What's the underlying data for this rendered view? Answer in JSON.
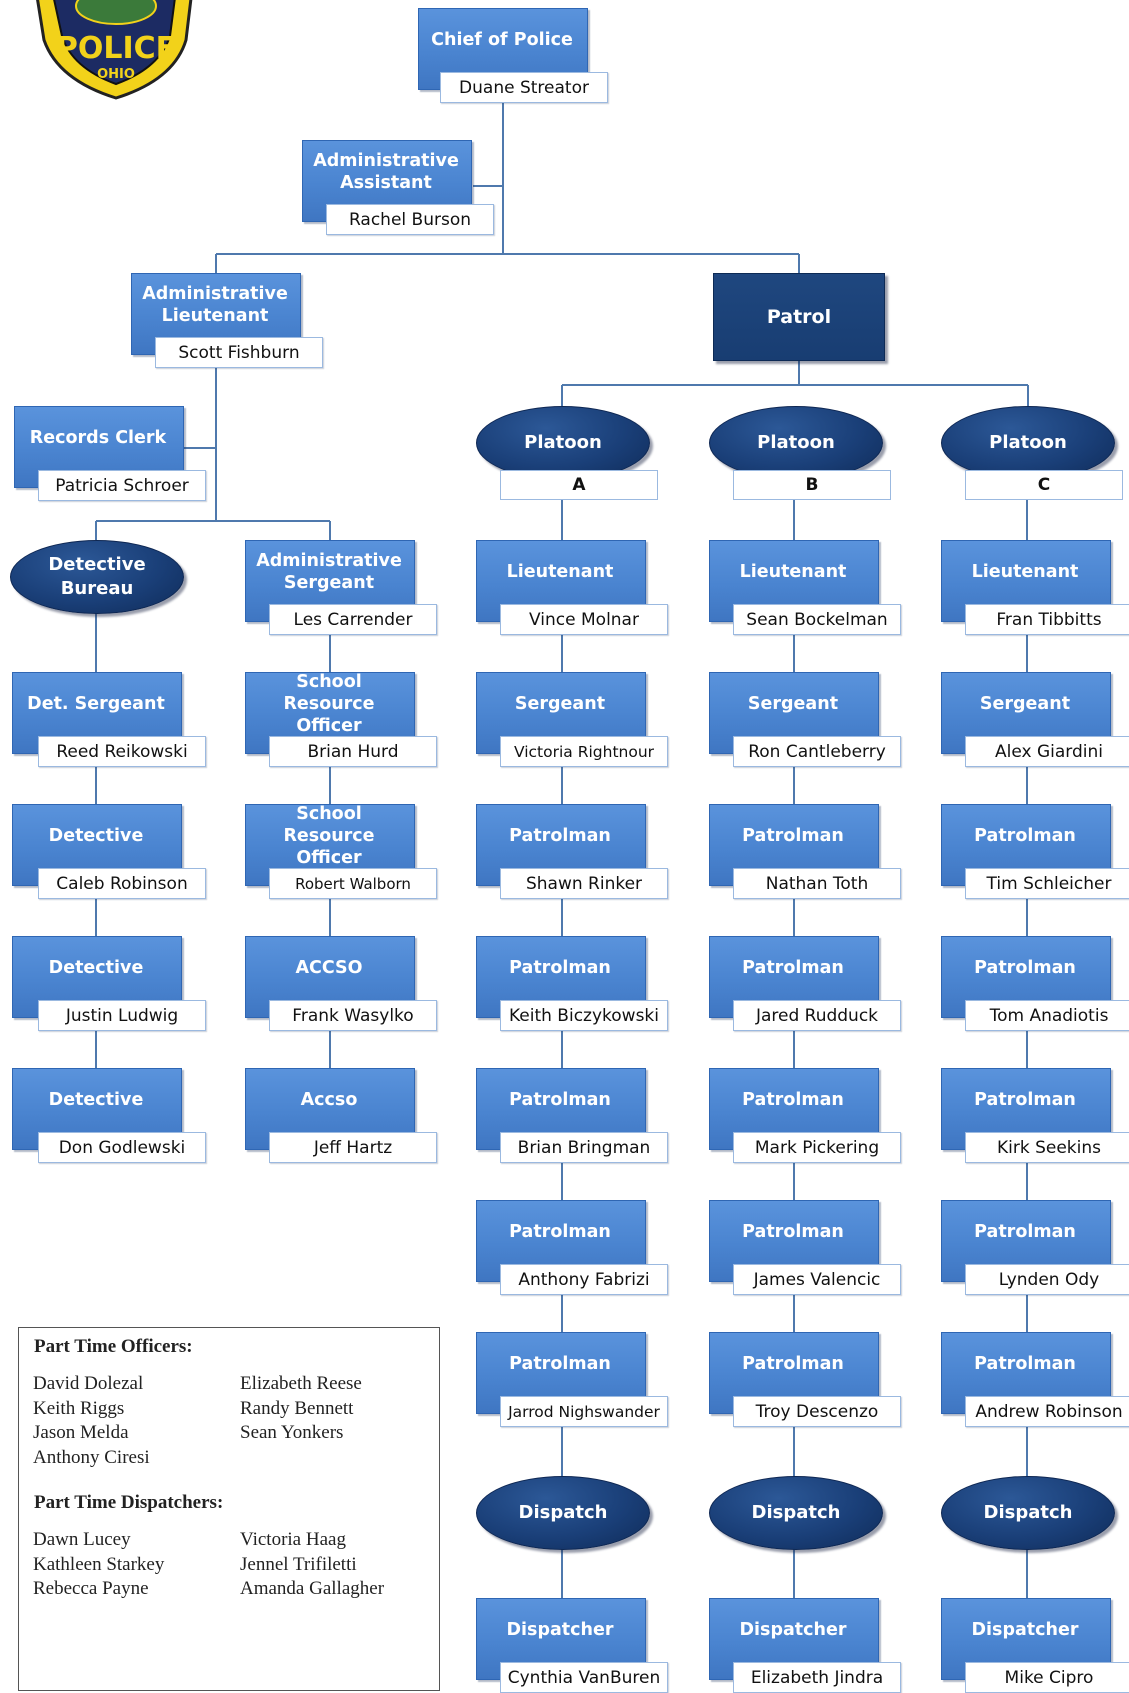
{
  "logo": {
    "text": "POLICE",
    "state": "OHIO"
  },
  "top": [
    {
      "id": "chief",
      "title": "Chief of Police",
      "name": "Duane Streator"
    },
    {
      "id": "admin-assistant",
      "title": "Administrative Assistant",
      "name": "Rachel Burson"
    },
    {
      "id": "admin-lieutenant",
      "title": "Administrative Lieutenant",
      "name": "Scott Fishburn"
    },
    {
      "id": "records-clerk",
      "title": "Records Clerk",
      "name": "Patricia Schroer"
    }
  ],
  "patrol_label": "Patrol",
  "detective_bureau": "Detective Bureau",
  "detective_column": [
    {
      "title": "Det. Sergeant",
      "name": "Reed Reikowski"
    },
    {
      "title": "Detective",
      "name": "Caleb Robinson"
    },
    {
      "title": "Detective",
      "name": "Justin Ludwig"
    },
    {
      "title": "Detective",
      "name": "Don Godlewski"
    }
  ],
  "admin_column": [
    {
      "title": "Administrative Sergeant",
      "name": "Les Carrender"
    },
    {
      "title": "School Resource Officer",
      "name": "Brian Hurd"
    },
    {
      "title": "School Resource Officer",
      "name": "Robert Walborn"
    },
    {
      "title": "ACCSO",
      "name": "Frank Wasylko"
    },
    {
      "title": "Accso",
      "name": "Jeff Hartz"
    }
  ],
  "platoons": [
    {
      "label": "Platoon",
      "letter": "A",
      "staff": [
        {
          "title": "Lieutenant",
          "name": "Vince Molnar"
        },
        {
          "title": "Sergeant",
          "name": "Victoria Rightnour"
        },
        {
          "title": "Patrolman",
          "name": "Shawn Rinker"
        },
        {
          "title": "Patrolman",
          "name": "Keith Biczykowski"
        },
        {
          "title": "Patrolman",
          "name": "Brian Bringman"
        },
        {
          "title": "Patrolman",
          "name": "Anthony Fabrizi"
        },
        {
          "title": "Patrolman",
          "name": "Jarrod Nighswander"
        }
      ],
      "dispatch": "Dispatch",
      "dispatcher": {
        "title": "Dispatcher",
        "name": "Cynthia VanBuren"
      }
    },
    {
      "label": "Platoon",
      "letter": "B",
      "staff": [
        {
          "title": "Lieutenant",
          "name": "Sean Bockelman"
        },
        {
          "title": "Sergeant",
          "name": "Ron Cantleberry"
        },
        {
          "title": "Patrolman",
          "name": "Nathan Toth"
        },
        {
          "title": "Patrolman",
          "name": "Jared Rudduck"
        },
        {
          "title": "Patrolman",
          "name": "Mark Pickering"
        },
        {
          "title": "Patrolman",
          "name": "James Valencic"
        },
        {
          "title": "Patrolman",
          "name": "Troy Descenzo"
        }
      ],
      "dispatch": "Dispatch",
      "dispatcher": {
        "title": "Dispatcher",
        "name": "Elizabeth Jindra"
      }
    },
    {
      "label": "Platoon",
      "letter": "C",
      "staff": [
        {
          "title": "Lieutenant",
          "name": "Fran Tibbitts"
        },
        {
          "title": "Sergeant",
          "name": "Alex Giardini"
        },
        {
          "title": "Patrolman",
          "name": "Tim Schleicher"
        },
        {
          "title": "Patrolman",
          "name": "Tom Anadiotis"
        },
        {
          "title": "Patrolman",
          "name": "Kirk Seekins"
        },
        {
          "title": "Patrolman",
          "name": "Lynden Ody"
        },
        {
          "title": "Patrolman",
          "name": "Andrew Robinson"
        }
      ],
      "dispatch": "Dispatch",
      "dispatcher": {
        "title": "Dispatcher",
        "name": "Mike Cipro"
      }
    }
  ],
  "part_time": {
    "officers_heading": "Part Time Officers:",
    "officers_left": [
      "David Dolezal",
      "Keith Riggs",
      "Jason Melda",
      "Anthony Ciresi"
    ],
    "officers_right": [
      "Elizabeth Reese",
      "Randy Bennett",
      "Sean Yonkers"
    ],
    "dispatchers_heading": "Part Time Dispatchers:",
    "dispatchers_left": [
      "Dawn Lucey",
      "Kathleen Starkey",
      "Rebecca Payne"
    ],
    "dispatchers_right": [
      "Victoria Haag",
      "Jennel Trifiletti",
      "Amanda Gallagher"
    ]
  },
  "colors": {
    "box": "#4a84d0",
    "oval": "#1a3f78",
    "line": "#4f79ad"
  }
}
